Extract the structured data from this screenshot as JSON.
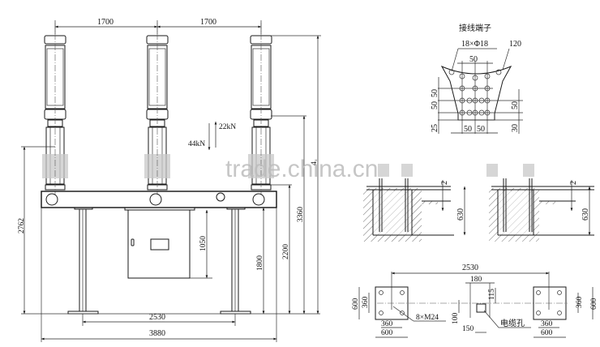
{
  "front_view": {
    "pole_spacing_left": "1700",
    "pole_spacing_right": "1700",
    "force_vertical_down": "44kN",
    "force_vertical_up": "22kN",
    "height_left": "2762",
    "cabinet_height": "1050",
    "support_height": "1800",
    "frame_height": "2200",
    "mid_terminal_height": "3360",
    "overall_height": "4",
    "support_spacing": "2530",
    "overall_width": "3880"
  },
  "terminal_detail": {
    "title": "接线端子",
    "holes_label": "18×Φ18",
    "radius_label": "120",
    "top_spacing": "50",
    "left_vertical_1": "50",
    "left_vertical_2": "50",
    "left_bottom": "25",
    "bottom_spacing_1": "50",
    "bottom_spacing_2": "50",
    "right_vertical": "50",
    "right_bottom": "30"
  },
  "foundation_section_left": {
    "top_dim": "2",
    "depth": "630"
  },
  "foundation_section_right": {
    "top_dim": "2",
    "depth": "630"
  },
  "foundation_plan": {
    "overall_spacing": "2530",
    "left_pad_height_outer": "600",
    "left_pad_height_inner": "360",
    "left_pad_width_inner": "360",
    "left_pad_width_outer": "600",
    "bolts_label": "8×M24",
    "cable_hole_width": "180",
    "cable_hole_offset": "115",
    "cable_hole_depth": "100",
    "cable_hole_length": "150",
    "cable_hole_label": "电缆孔",
    "right_pad_height_inner": "360",
    "right_pad_height_outer": "600",
    "right_pad_width_inner": "360",
    "right_pad_width_outer": "600"
  },
  "watermark": "trade.china.cn"
}
